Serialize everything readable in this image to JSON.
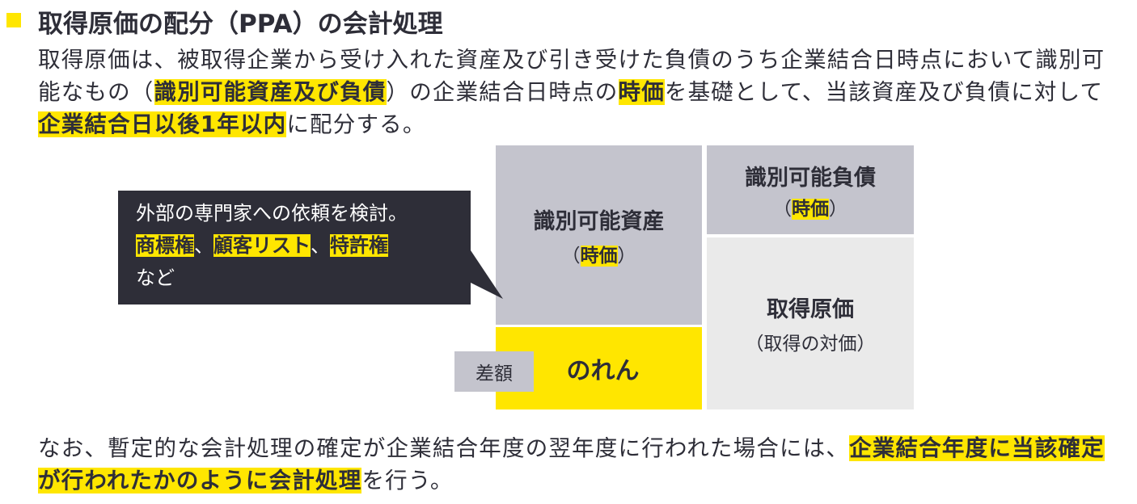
{
  "title": "取得原価の配分（PPA）の会計処理",
  "para1": {
    "l1": "取得原価は、被取得企業から受け入れた資産及び引き受けた負債のうち企業結合日時点において識別可",
    "l2a": "能なもの（",
    "l2b": "識別可能資産及び負債",
    "l2c": "）の企業結合日時点の",
    "l2d": "時価",
    "l2e": "を基礎として、当該資産及び負債に対して",
    "l3a": "企業結合日以後1年以内",
    "l3b": "に配分する。"
  },
  "callout": {
    "line1": "外部の専門家への依頼を検討。",
    "item1": "商標権",
    "sep1": "、",
    "item2": "顧客リスト",
    "sep2": "、",
    "item3": "特許権",
    "line3": "など"
  },
  "diagram": {
    "assets": {
      "label": "識別可能資産",
      "open": "（",
      "value": "時価",
      "close": "）"
    },
    "liabilities": {
      "label": "識別可能負債",
      "open": "（",
      "value": "時価",
      "close": "）"
    },
    "cost": {
      "label": "取得原価",
      "sub": "（取得の対価）"
    },
    "goodwill": {
      "label": "のれん"
    },
    "difference": "差額"
  },
  "para2": {
    "l1a": "なお、暫定的な会計処理の確定が企業結合年度の翌年度に行われた場合には、",
    "l1b": "企業結合年度に当該確定",
    "l2a": "が行われたかのように会計処理",
    "l2b": "を行う。"
  },
  "colors": {
    "accent": "#ffe600",
    "dark": "#2e2e38",
    "gray": "#c4c4cd",
    "lightgray": "#eaeaea"
  }
}
